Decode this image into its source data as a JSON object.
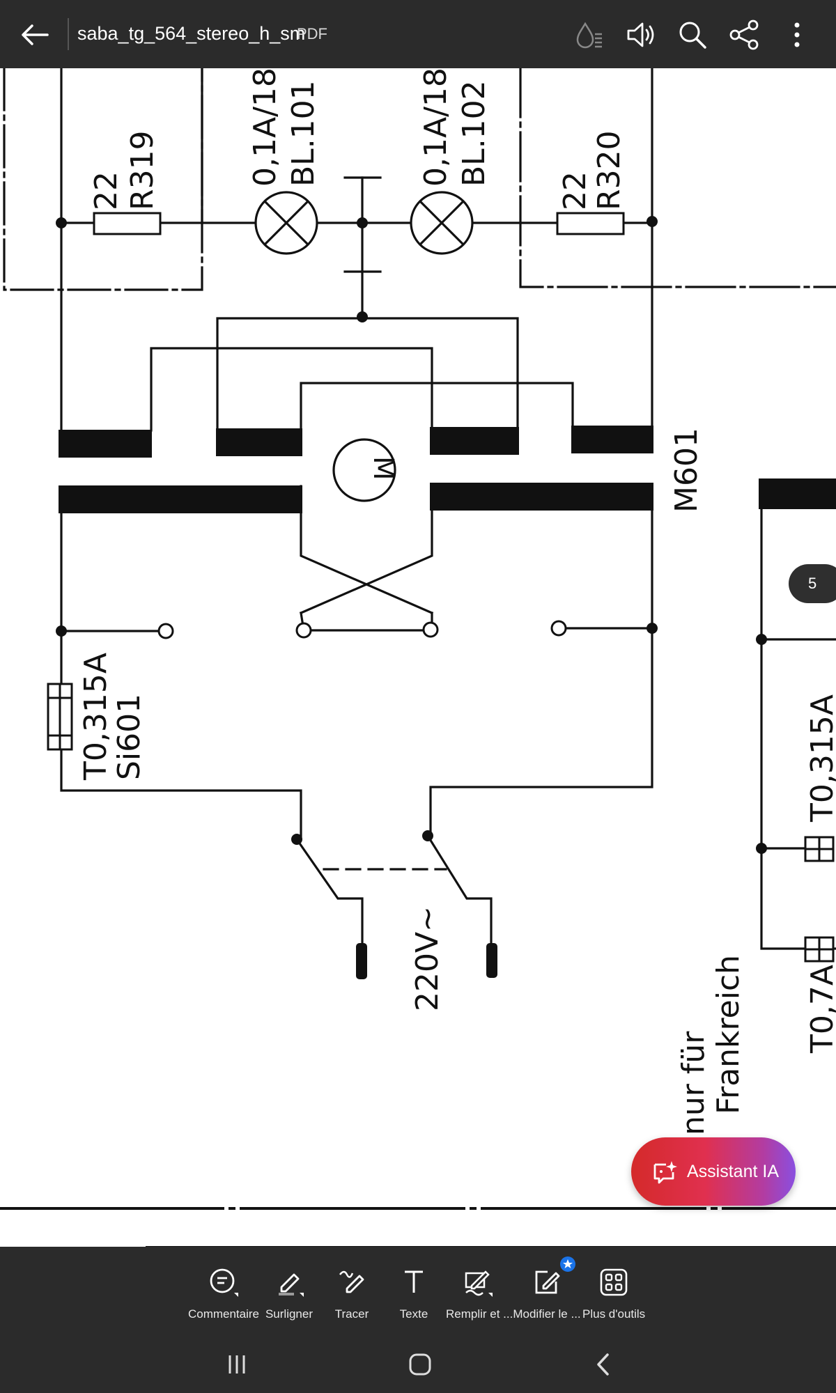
{
  "header": {
    "title": "saba_tg_564_stereo_h_sm",
    "file_type": "PDF",
    "icons": [
      "back-arrow-icon",
      "liquid-mode-icon",
      "read-aloud-icon",
      "search-icon",
      "share-icon",
      "more-vertical-icon"
    ]
  },
  "schematic": {
    "r319_value": "22",
    "r319_name": "R319",
    "r320_value": "22",
    "r320_name": "R320",
    "bl101_rating": "0,1A/18V",
    "bl101_name": "BL.101",
    "bl102_rating": "0,1A/18V",
    "bl102_name": "BL.102",
    "motor_symbol": "M",
    "motor_name": "M601",
    "fuse_rating": "T0,315A",
    "fuse_name": "Si601",
    "mains_label": "220V~",
    "right_fuse_rating": "T0,315A",
    "right_fuse2_rating": "T0,7A",
    "note_line1": "nur für",
    "note_line2": "Frankreich"
  },
  "page_indicator": "5",
  "assistant": {
    "label": "Assistant IA"
  },
  "toolbar": {
    "items": [
      {
        "label": "Commentaire",
        "icon": "comment-icon"
      },
      {
        "label": "Surligner",
        "icon": "highlight-icon"
      },
      {
        "label": "Tracer",
        "icon": "draw-icon"
      },
      {
        "label": "Texte",
        "icon": "text-icon"
      },
      {
        "label": "Remplir et ...",
        "icon": "fill-sign-icon"
      },
      {
        "label": "Modifier le ...",
        "icon": "edit-pdf-icon"
      },
      {
        "label": "Plus d'outils",
        "icon": "more-tools-icon"
      }
    ]
  },
  "colors": {
    "bar": "#2b2b2b",
    "ink": "#111111",
    "accent_blue": "#1a73e8"
  }
}
